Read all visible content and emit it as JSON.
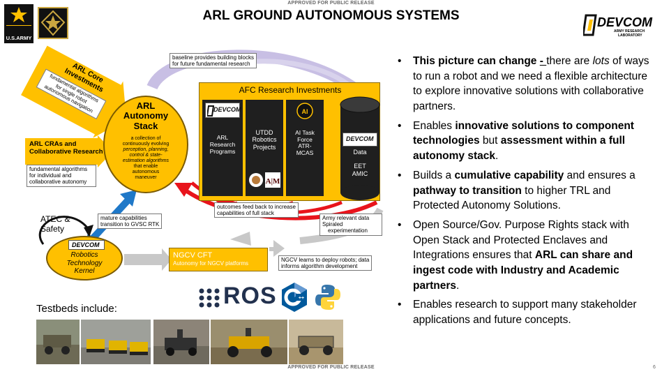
{
  "header": {
    "release_top": "APPROVED FOR PUBLIC RELEASE",
    "title": "ARL GROUND AUTONOMOUS SYSTEMS",
    "release_bottom": "APPROVED FOR PUBLIC RELEASE",
    "page_number": "6"
  },
  "logos": {
    "army_text": "U.S.ARMY",
    "devcom_word": "DEVCOM",
    "devcom_sub1": "ARMY RESEARCH",
    "devcom_sub2": "LABORATORY"
  },
  "diagram": {
    "core_investments": {
      "title_line1": "ARL Core",
      "title_line2": "Investments",
      "desc_line1": "fundamental algorithms",
      "desc_line2": "for single robot",
      "desc_line3": "autonomous navigation"
    },
    "cras": {
      "title_line1": "ARL CRAs and",
      "title_line2": "Collaborative Research",
      "desc_line1": "fundamental algorithms",
      "desc_line2": "for individual and",
      "desc_line3": "collaborative autonomy"
    },
    "autonomy_stack": {
      "title_line1": "ARL",
      "title_line2": "Autonomy",
      "title_line3": "Stack",
      "desc_line1": "a collection of",
      "desc_line2": "continuously evolving",
      "desc_line3": "perception, planning,",
      "desc_line4": "control & state-",
      "desc_line5": "estimation algorithms",
      "desc_line6": "that enable",
      "desc_line7": "autonomous",
      "desc_line8": "maneuver"
    },
    "baseline_note_line1": "baseline provides building blocks",
    "baseline_note_line2": "for future fundamental research",
    "afc_title": "AFC Research Investments",
    "columns": {
      "arl_line1": "ARL",
      "arl_line2": "Research",
      "arl_line3": "Programs",
      "utdd_line1": "UTDD",
      "utdd_line2": "Robotics",
      "utdd_line3": "Projects",
      "ai_line1": "AI Task",
      "ai_line2": "Force",
      "ai_line3": "ATR-",
      "ai_line4": "MCAS",
      "data_line1": "Data",
      "data_line2": "EET",
      "data_line3": "AMIC"
    },
    "outcomes_note_line1": "outcomes feed back to increase",
    "outcomes_note_line2": "capabilities of full stack",
    "army_data_item1": "Army relevant data",
    "army_data_item2": "Spiraled",
    "army_data_item3": "experimentation",
    "atec_line1": "ATEC &",
    "atec_line2": "Safety",
    "mature_line1": "mature capabilities",
    "mature_line2": "transition to GVSC RTK",
    "kernel_line1": "Robotics",
    "kernel_line2": "Technology",
    "kernel_line3": "Kernel",
    "ngcv_title": "NGCV CFT",
    "ngcv_sub": "Autonomy for NGCV platforms",
    "ngcv_note_line1": "NGCV learns to deploy robots; data",
    "ngcv_note_line2": "informs algorithm development",
    "ros_text": "ROS",
    "testbeds_label": "Testbeds include:"
  },
  "bullets": [
    {
      "seg1_b": "This picture can change ",
      "seg2_bu": "- ",
      "seg3": "there are ",
      "seg4_i": "lots",
      "seg5": " of ways to run a robot and we need a flexible architecture to explore innovative solutions with collaborative partners."
    },
    {
      "seg1": "Enables ",
      "seg2_b": "innovative solutions to component technologies",
      "seg3": " but ",
      "seg4_b": "assessment within a full autonomy stack",
      "seg5": "."
    },
    {
      "seg1": "Builds a ",
      "seg2_b": "cumulative capability",
      "seg3": " and ensures a ",
      "seg4_b": "pathway to transition",
      "seg5": " to higher TRL and Protected Autonomy Solutions."
    },
    {
      "seg1": "Open Source/Gov. Purpose Rights stack with Open Stack and Protected Enclaves and Integrations ensures that ",
      "seg2_b": "ARL can share and ingest code with Industry and Academic partners",
      "seg3": "."
    },
    {
      "seg1": "Enables research to support many stakeholder applications and future concepts."
    }
  ],
  "colors": {
    "gold": "#ffc000",
    "dark": "#1f1f1f",
    "red_arrow": "#e8141c",
    "blue_arrow": "#1f78c8",
    "lavender_arrow": "#b4a8d8",
    "ros_navy": "#22314e"
  },
  "icons": [
    "army-star-icon",
    "futures-command-icon",
    "devcom-logo-icon",
    "ai-task-force-icon",
    "utdd-seal-icon",
    "texas-am-icon",
    "ros-dots-icon",
    "cpp-icon",
    "python-icon"
  ]
}
